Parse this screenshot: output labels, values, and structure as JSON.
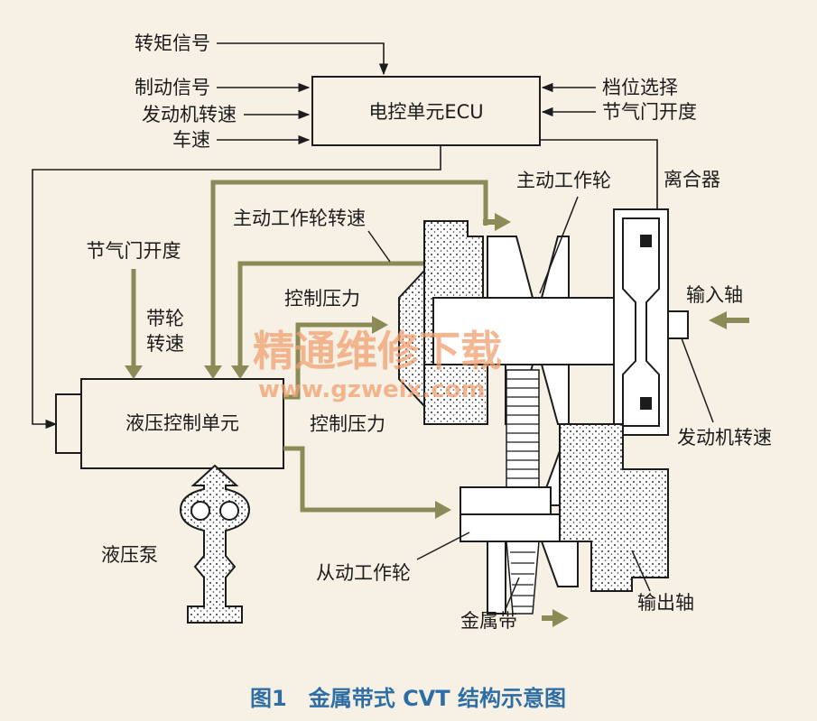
{
  "colors": {
    "background": "#f6f1e4",
    "line": "#1c1c1c",
    "hydraulic": "#8c8a56",
    "watermark": "#f0a070",
    "caption": "#2f6ea5"
  },
  "ecu": {
    "label": "电控单元ECU"
  },
  "ecu_inputs_left": {
    "torque": "转矩信号",
    "brake": "制动信号",
    "engine_speed": "发动机转速",
    "vehicle_speed": "车速"
  },
  "ecu_inputs_right": {
    "gear_select": "档位选择",
    "throttle": "节气门开度"
  },
  "hydraulic_unit": {
    "label": "液压控制单元"
  },
  "labels": {
    "throttle_left": "节气门开度",
    "pulley_speed_1": "带轮",
    "pulley_speed_2": "转速",
    "drive_pulley_speed": "主动工作轮转速",
    "control_pressure_top": "控制压力",
    "control_pressure_bottom": "控制压力",
    "drive_pulley": "主动工作轮",
    "clutch": "离合器",
    "input_shaft": "输入轴",
    "engine_speed_right": "发动机转速",
    "pump": "液压泵",
    "driven_pulley": "从动工作轮",
    "metal_belt": "金属带",
    "output_shaft": "输出轴"
  },
  "watermark": {
    "main": "精通维修下载",
    "url": "www.gzweix.com"
  },
  "caption": "图1　金属带式 CVT 结构示意图"
}
